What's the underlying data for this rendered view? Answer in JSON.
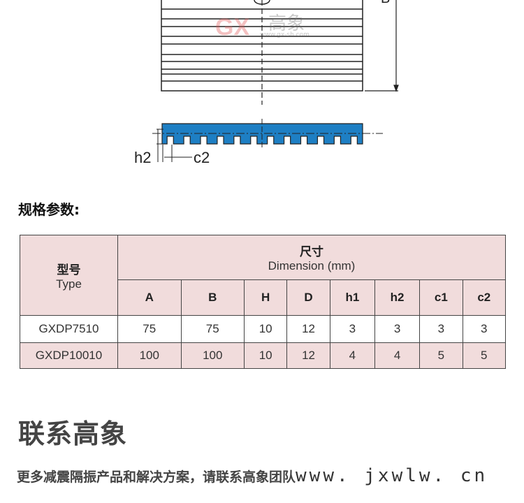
{
  "drawing": {
    "dimension_labels": {
      "B": "B",
      "h2": "h2",
      "c2": "c2"
    },
    "watermark": {
      "logo": "GX",
      "name": "高象",
      "url": "www.gx-sh.com"
    },
    "profile_color": "#1e7fc4"
  },
  "spec": {
    "title": "规格参数:",
    "table": {
      "type_header_cn": "型号",
      "type_header_en": "Type",
      "dimension_header_cn": "尺寸",
      "dimension_header_en": "Dimension (mm)",
      "columns": [
        "A",
        "B",
        "H",
        "D",
        "h1",
        "h2",
        "c1",
        "c2"
      ],
      "rows": [
        {
          "type": "GXDP7510",
          "values": [
            "75",
            "75",
            "10",
            "12",
            "3",
            "3",
            "3",
            "3"
          ]
        },
        {
          "type": "GXDP10010",
          "values": [
            "100",
            "100",
            "10",
            "12",
            "4",
            "4",
            "5",
            "5"
          ]
        }
      ]
    }
  },
  "contact": {
    "title": "联系高象",
    "text": "更多减震隔振产品和解决方案，请联系高象团队",
    "url": "www. jxwlw. cn"
  }
}
